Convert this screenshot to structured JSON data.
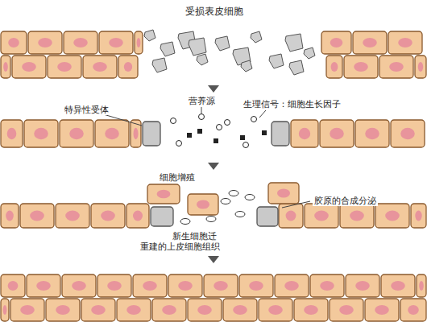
{
  "diagram": {
    "title": "受损表皮细胞",
    "labels": [
      "特异性受体",
      "营养源",
      "生理信号：细胞生长因子",
      "细胞增殖",
      "胶原的合成分泌",
      "新生细胞迁",
      "重建的上皮细胞组织"
    ]
  }
}
